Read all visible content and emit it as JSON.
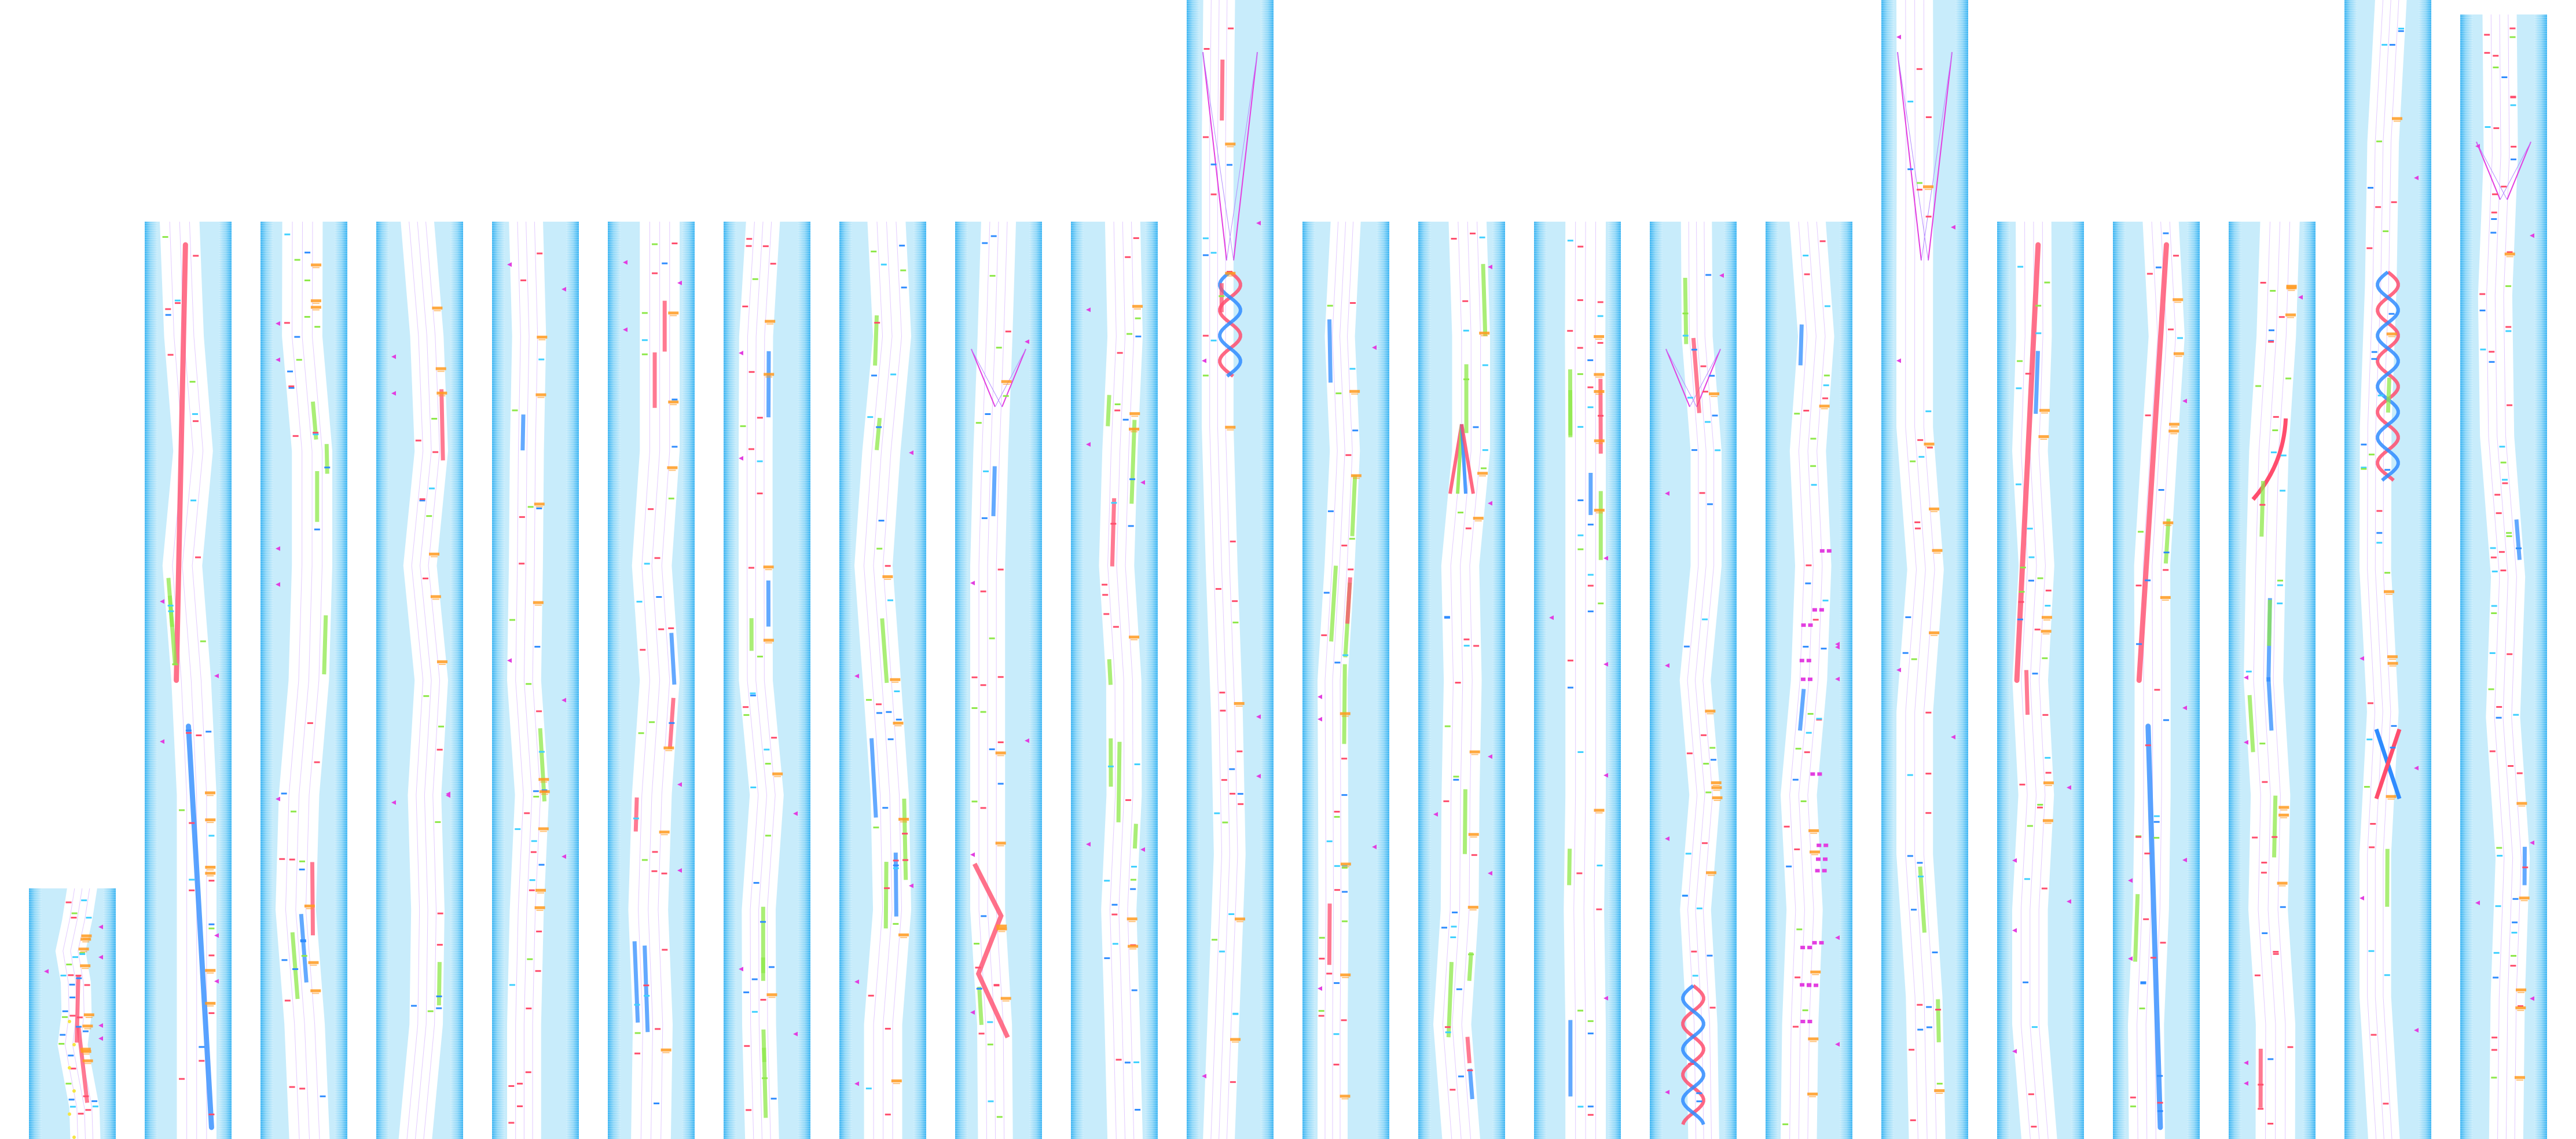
{
  "sheet": {
    "kind": "rhythm-game chart overview",
    "lanes_per_column": 4,
    "colors": {
      "background": "#ffffff",
      "frame_blue": "#3ab4f2",
      "frame_light": "#c8ecfb",
      "playfield": "#ffffff",
      "tap_red": "#ff4d6d",
      "tap_blue": "#2f8cff",
      "tap_green": "#8ee84a",
      "tap_cyan": "#3fd0ff",
      "flick_magenta": "#e23ee0",
      "marker_orange": "#ff9a1f",
      "lane_line": "#d6b3ff"
    },
    "icons": [
      "tap-note-icon",
      "hold-note-icon",
      "flick-arrow-icon",
      "measure-marker-icon",
      "helix-slide-icon"
    ]
  },
  "columns": [
    {
      "id": "col-01",
      "section": "short",
      "features": [
        "markers",
        "yellow-dots"
      ]
    },
    {
      "id": "col-02",
      "section": "full",
      "features": [
        "long-slide-red",
        "long-slide-blue"
      ]
    },
    {
      "id": "col-03",
      "section": "full",
      "features": [
        "slide-red",
        "slide-green",
        "slide-blue"
      ]
    },
    {
      "id": "col-04",
      "section": "full",
      "features": [
        "sparse-taps"
      ]
    },
    {
      "id": "col-05",
      "section": "full",
      "features": [
        "markers",
        "taps"
      ]
    },
    {
      "id": "col-06",
      "section": "full",
      "features": [
        "holds-green",
        "holds-red"
      ]
    },
    {
      "id": "col-07",
      "section": "full",
      "features": [
        "slide-blue",
        "holds"
      ]
    },
    {
      "id": "col-08",
      "section": "full",
      "features": [
        "slides-green",
        "holds"
      ]
    },
    {
      "id": "col-09",
      "section": "full",
      "features": [
        "zigzag-red",
        "funnel"
      ]
    },
    {
      "id": "col-10",
      "section": "full",
      "features": [
        "stepped-edges",
        "holds"
      ]
    },
    {
      "id": "col-11",
      "section": "tall",
      "features": [
        "helix",
        "funnel"
      ]
    },
    {
      "id": "col-12",
      "section": "full",
      "features": [
        "slides",
        "holds"
      ]
    },
    {
      "id": "col-13",
      "section": "full",
      "features": [
        "fan-slides",
        "holds"
      ]
    },
    {
      "id": "col-14",
      "section": "full",
      "features": [
        "holds",
        "taps"
      ]
    },
    {
      "id": "col-15",
      "section": "full",
      "features": [
        "helix",
        "funnel"
      ]
    },
    {
      "id": "col-16",
      "section": "full",
      "features": [
        "magenta-pairs"
      ]
    },
    {
      "id": "col-17",
      "section": "tall",
      "features": [
        "funnel",
        "taps"
      ]
    },
    {
      "id": "col-18",
      "section": "full",
      "features": [
        "long-hold"
      ]
    },
    {
      "id": "col-19",
      "section": "full",
      "features": [
        "long-slide"
      ]
    },
    {
      "id": "col-20",
      "section": "full",
      "features": [
        "curves",
        "holds"
      ]
    },
    {
      "id": "col-21",
      "section": "tall",
      "features": [
        "helix",
        "cross"
      ]
    },
    {
      "id": "col-22",
      "section": "tall",
      "features": [
        "funnel",
        "dense-taps"
      ]
    }
  ]
}
